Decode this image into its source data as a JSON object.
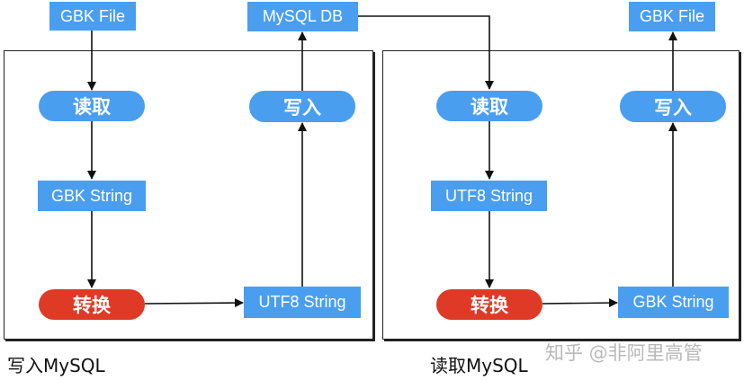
{
  "left_panel": {
    "caption": "写入MySQL",
    "source_file": "GBK File",
    "read": "读取",
    "gbk_string": "GBK String",
    "convert": "转换",
    "utf8_string": "UTF8 String",
    "write": "写入",
    "database": "MySQL DB"
  },
  "right_panel": {
    "caption": "读取MySQL",
    "read": "读取",
    "utf8_string": "UTF8 String",
    "convert": "转换",
    "gbk_string": "GBK String",
    "write": "写入",
    "target_file": "GBK File"
  },
  "watermark": "知乎 @非阿里高管",
  "colors": {
    "box_blue": "#4a9ef0",
    "convert_red": "#de3a26"
  }
}
